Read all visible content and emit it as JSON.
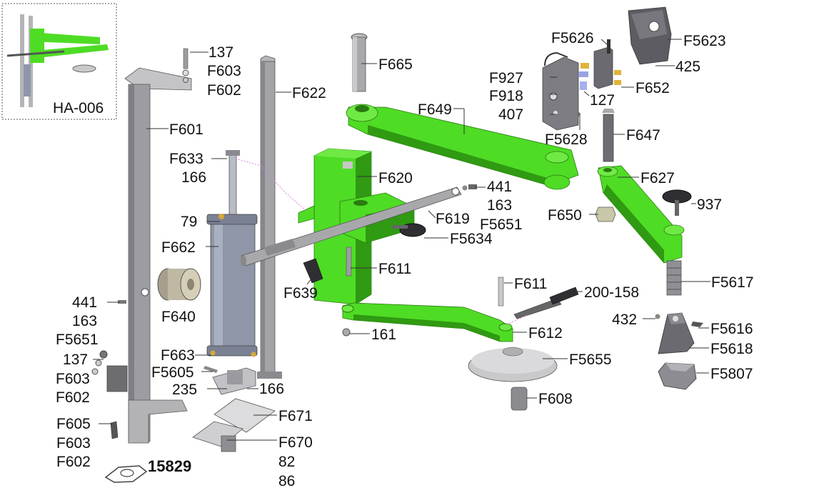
{
  "diagram": {
    "inset_label": "HA-006",
    "colors": {
      "arm_green": "#4fdc25",
      "arm_dark": "#2f9a12",
      "steel": "#a3a3a8",
      "steel_dark": "#6e6e73",
      "cylinder": "#8e96a8",
      "tray": "#c9c9cc"
    },
    "labels": [
      "137",
      "F603",
      "F602",
      "F622",
      "F601",
      "F633",
      "166",
      "79",
      "F662",
      "F640",
      "441",
      "163",
      "F5651",
      "137",
      "F603",
      "F602",
      "F663",
      "F5605",
      "235",
      "166",
      "F671",
      "F605",
      "F603",
      "F602",
      "F670",
      "82",
      "86",
      "15829",
      "F665",
      "F649",
      "F620",
      "441",
      "163",
      "F5651",
      "F619",
      "F5634",
      "F611",
      "F639",
      "F5626",
      "F5623",
      "F927",
      "F918",
      "407",
      "127",
      "425",
      "F652",
      "F5628",
      "F647",
      "F627",
      "937",
      "F650",
      "F5617",
      "F611",
      "200-158",
      "F612",
      "161",
      "432",
      "F5616",
      "F5618",
      "F5807",
      "F5655",
      "F608"
    ]
  }
}
